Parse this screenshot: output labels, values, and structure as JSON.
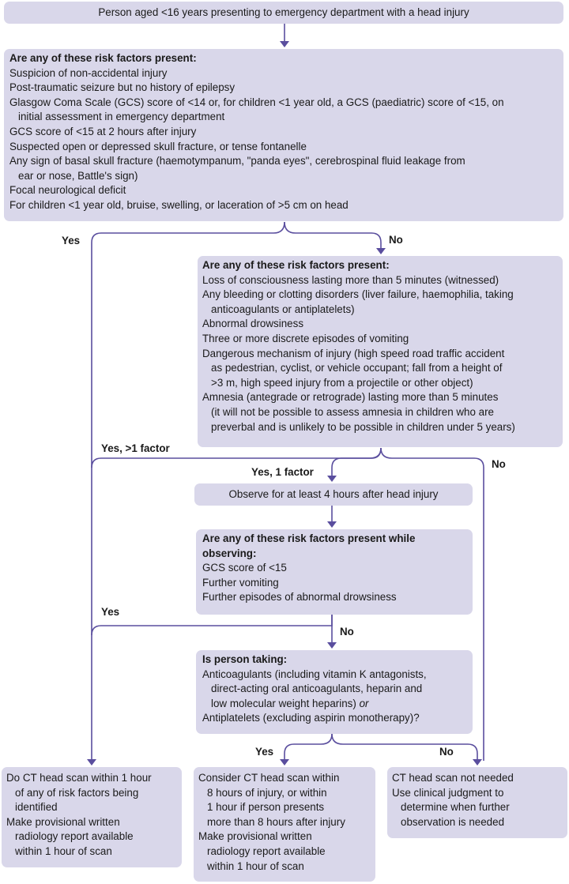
{
  "colors": {
    "box_fill": "#d9d7ea",
    "line": "#5a4e9e",
    "text": "#1a1a1a"
  },
  "start": {
    "text": "Person aged <16 years presenting to emergency department with a head injury"
  },
  "box1": {
    "title": "Are any of these risk factors present:",
    "items": [
      "Suspicion of non-accidental injury",
      "Post-traumatic seizure but no history of epilepsy",
      "Glasgow Coma Scale (GCS) score of <14 or, for children <1 year old, a GCS (paediatric) score of <15, on",
      "initial assessment in emergency department",
      "GCS score of <15 at 2 hours after injury",
      "Suspected open or depressed skull fracture, or tense fontanelle",
      "Any sign of basal skull fracture (haemotympanum, \"panda eyes\", cerebrospinal fluid leakage from",
      "ear or nose, Battle's sign)",
      "Focal neurological deficit",
      "For children <1 year old, bruise, swelling, or laceration of >5 cm on head"
    ]
  },
  "box2": {
    "title": "Are any of these risk factors present:",
    "items": [
      "Loss of consciousness lasting more than 5 minutes (witnessed)",
      "Any bleeding or clotting disorders (liver failure, haemophilia, taking",
      "anticoagulants or antiplatelets)",
      "Abnormal drowsiness",
      "Three or more discrete episodes of vomiting",
      "Dangerous mechanism of injury (high speed road traffic accident",
      "as pedestrian, cyclist, or vehicle occupant; fall from a height of",
      ">3 m, high speed injury from a projectile or other object)",
      "Amnesia (antegrade or retrograde) lasting more than 5 minutes",
      "(it will not be possible to assess amnesia in children who are",
      "preverbal and is unlikely to be possible in children under 5 years)"
    ]
  },
  "observe": {
    "text": "Observe for at least 4 hours after head injury"
  },
  "box3": {
    "title_lines": [
      "Are any of these risk factors present while",
      "observing:"
    ],
    "items": [
      "GCS score of <15",
      "Further vomiting",
      "Further episodes of abnormal drowsiness"
    ]
  },
  "box4": {
    "title": "Is person taking:",
    "items": [
      "Anticoagulants (including vitamin K antagonists,",
      "direct-acting oral anticoagulants, heparin and",
      "low molecular weight heparins)",
      "or",
      "Antiplatelets (excluding aspirin monotherapy)?"
    ]
  },
  "out1": {
    "items": [
      "Do CT head scan within 1 hour",
      "of any of risk factors being",
      "identified",
      "Make provisional written",
      "radiology report available",
      "within 1 hour of scan"
    ]
  },
  "out2": {
    "items": [
      "Consider CT head scan within",
      "8 hours of injury, or within",
      "1 hour if person presents",
      "more than 8 hours after injury",
      "Make provisional written",
      "radiology report available",
      "within 1 hour of scan"
    ]
  },
  "out3": {
    "items": [
      "CT head scan not needed",
      "Use clinical judgment to",
      "determine when further",
      "observation is needed"
    ]
  },
  "labels": {
    "yes1": "Yes",
    "no1": "No",
    "yes_gt1": "Yes, >1 factor",
    "yes_1": "Yes, 1 factor",
    "no2": "No",
    "yes2": "Yes",
    "no3": "No",
    "yes3": "Yes",
    "no4": "No"
  }
}
